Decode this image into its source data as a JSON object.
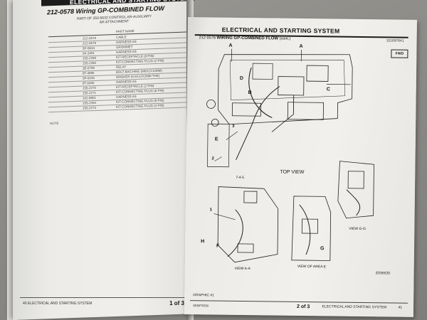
{
  "left_page": {
    "section_title": "ELECTRICAL AND STARTING SYSTEM",
    "subtitle": "212-0578 Wiring GP-COMBINED FLOW",
    "part_of": "PART OF 250-5632 CONTROL AR-AUXILIARY",
    "part_of_2": "AR ATTACHMENT",
    "table_header": "PART NAME",
    "rows": [
      {
        "num": "212-0578",
        "name": "CABLE"
      },
      {
        "num": "212-0578",
        "name": "HARNESS AS"
      },
      {
        "num": "5P-9634",
        "name": "GROMMET"
      },
      {
        "num": "9X-3401",
        "name": "HARNESS AS"
      },
      {
        "num": "155-2269",
        "name": "KIT-RECEPTACLE (8 PIN)"
      },
      {
        "num": "155-2260",
        "name": "KIT-CONNECTING PLUG (2 PIN)"
      },
      {
        "num": "3E-6796",
        "name": "RELAY"
      },
      {
        "num": "8T-4896",
        "name": "BOLT-MACHINE (M6X1X12MM)"
      },
      {
        "num": "5P-8245",
        "name": "WASHER (6.6X12X2MM THK)"
      },
      {
        "num": "8T-6466",
        "name": "HARNESS AS"
      },
      {
        "num": "155-2270",
        "name": "KIT-RECEPTACLE (2 PIN)"
      },
      {
        "num": "155-2271",
        "name": "KIT-CONNECTING PLUG (6 PIN)"
      },
      {
        "num": "102-8801",
        "name": "HARNESS AS"
      },
      {
        "num": "155-2264",
        "name": "KIT-CONNECTING PLUG (8 PIN)"
      },
      {
        "num": "155-2273",
        "name": "KIT-CONNECTING PLUG (2 PIN)"
      }
    ],
    "footnote": "NOTE",
    "footer_left": "40   ELECTRICAL AND STARTING SYSTEM",
    "footer_page": "1 of 3"
  },
  "right_page": {
    "section_title": "ELECTRICAL AND STARTING SYSTEM",
    "subtitle_num": "212-0578",
    "subtitle_text": "WIRING GP-COMBINED FLOW",
    "subtitle_cont": "(cont.)",
    "code": "101697641",
    "fwd": "FWD",
    "labels": {
      "a": "A",
      "b": "B",
      "c": "C",
      "d": "D",
      "e": "E",
      "f": "F",
      "g": "G",
      "h": "H",
      "one": "1",
      "two": "2",
      "three": "3"
    },
    "top_view": "TOP VIEW",
    "view_aa": "VIEW A-A",
    "view_gg": "VIEW G-G",
    "view_area": "VIEW OF AREA E",
    "detail_a": "7-4-5",
    "graphic": "GRAPHIC #1",
    "drawing_code": "2D35520",
    "footer_code": "SEBP3038",
    "footer_page": "2 of 3",
    "footer_right": "ELECTRICAL AND STARTING SYSTEM",
    "footer_num": "41"
  },
  "colors": {
    "ink": "#111111",
    "page": "#f1f0ec",
    "background": "#8b8a86"
  }
}
